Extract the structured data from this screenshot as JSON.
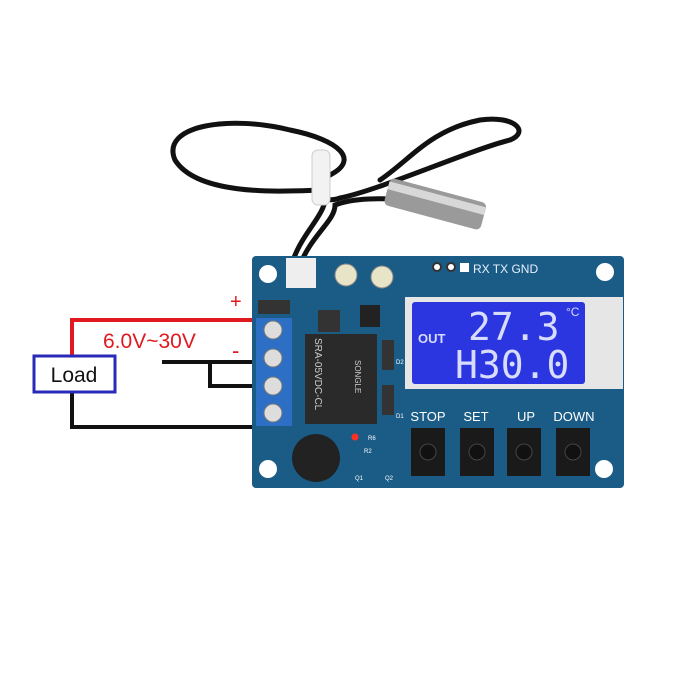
{
  "wiring": {
    "plus_label": "+",
    "minus_label": "-",
    "voltage_label": "6.0V~30V",
    "load_label": "Load",
    "red_wire_color": "#e0191f",
    "black_wire_color": "#111111",
    "load_box_color": "#2a2ab8"
  },
  "board": {
    "header_label": "RX TX GND",
    "relay_label": "SRA-05VDC-CL",
    "relay_brand": "SONGLE",
    "silkscreen": [
      "D1",
      "D2",
      "R6",
      "R2",
      "Q1",
      "Q2"
    ],
    "pcb_color": "#1b5c86",
    "terminal_color": "#2d6fc4"
  },
  "display": {
    "mode": "OUT",
    "temperature": "27.3",
    "unit": "°C",
    "setpoint": "H30.0",
    "backlight_color": "#2b35e0"
  },
  "buttons": [
    {
      "label": "STOP"
    },
    {
      "label": "SET"
    },
    {
      "label": "UP"
    },
    {
      "label": "DOWN"
    }
  ]
}
